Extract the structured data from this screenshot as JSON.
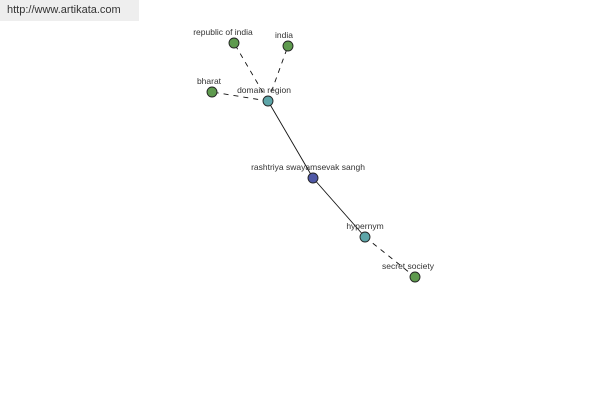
{
  "watermark": {
    "text": "http://www.artikata.com"
  },
  "graph": {
    "colors": {
      "center": "#4f58a6",
      "relation": "#5da5a8",
      "leaf": "#5e9a4e"
    },
    "nodes": [
      {
        "id": "center",
        "label": "rashtriya swayamsevak sangh",
        "kind": "center"
      },
      {
        "id": "domain_region",
        "label": "domain region",
        "kind": "relation"
      },
      {
        "id": "hypernym",
        "label": "hypernym",
        "kind": "relation"
      },
      {
        "id": "republic_of_india",
        "label": "republic of india",
        "kind": "leaf"
      },
      {
        "id": "india",
        "label": "india",
        "kind": "leaf"
      },
      {
        "id": "bharat",
        "label": "bharat",
        "kind": "leaf"
      },
      {
        "id": "secret_society",
        "label": "secret society",
        "kind": "leaf"
      }
    ],
    "edges": [
      {
        "from": "center",
        "to": "domain_region",
        "style": "solid"
      },
      {
        "from": "center",
        "to": "hypernym",
        "style": "solid"
      },
      {
        "from": "domain_region",
        "to": "republic_of_india",
        "style": "dashed"
      },
      {
        "from": "domain_region",
        "to": "india",
        "style": "dashed"
      },
      {
        "from": "domain_region",
        "to": "bharat",
        "style": "dashed"
      },
      {
        "from": "hypernym",
        "to": "secret_society",
        "style": "dashed"
      }
    ]
  }
}
